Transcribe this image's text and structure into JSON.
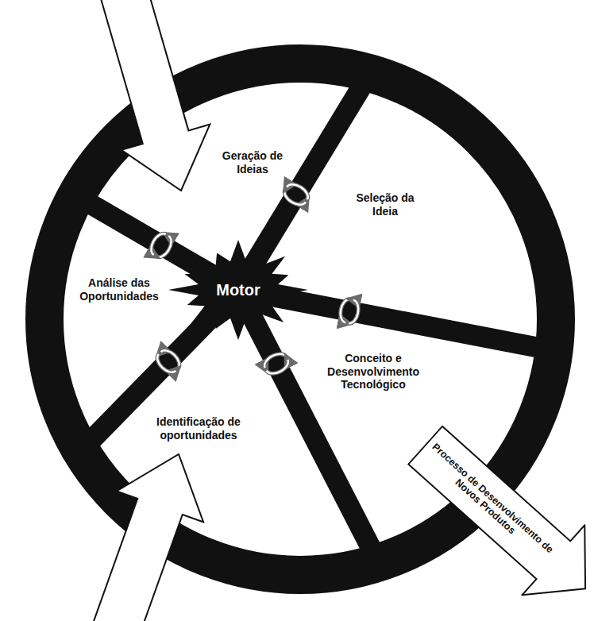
{
  "diagram": {
    "nodes": [
      {
        "text": [
          "Motor"
        ]
      },
      {
        "text": [
          "Processo de Desenvolvimento de Novos Produtos"
        ]
      }
    ],
    "labels": [
      "Geração de Ideias",
      "Seleção da Ideia",
      "Conceito e Desenvolvimento Tecnológico",
      "Identificação de oportunidades",
      "Análise das Oportunidades"
    ]
  }
}
